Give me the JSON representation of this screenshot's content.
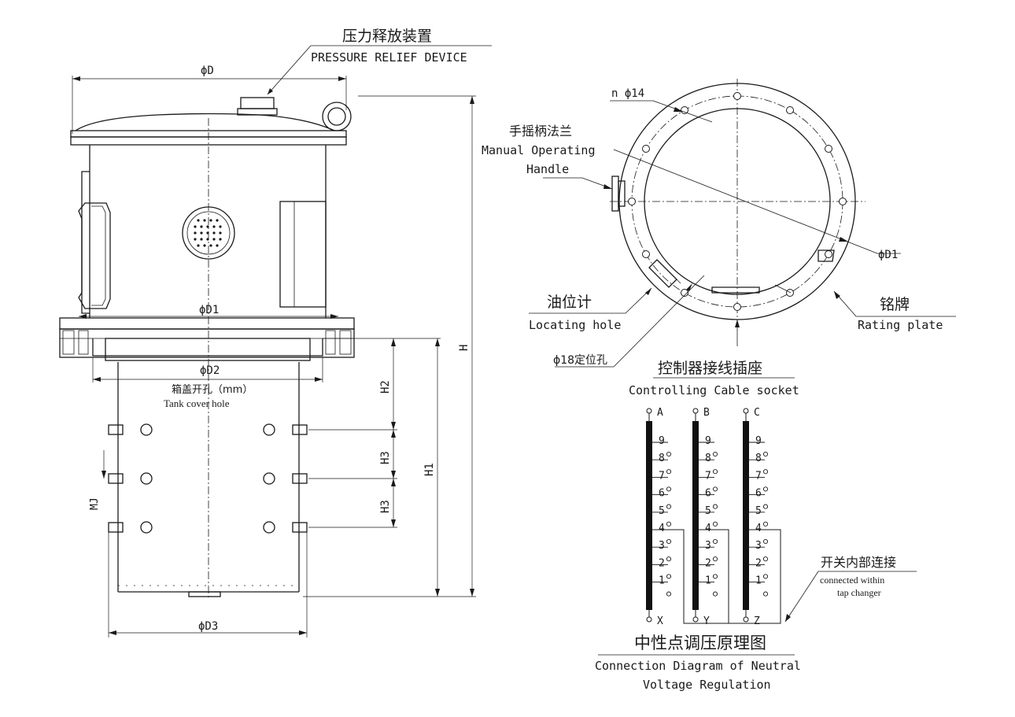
{
  "labels": {
    "pressure_relief_cn": "压力释放装置",
    "pressure_relief_en": "PRESSURE RELIEF DEVICE",
    "dim_D": "ϕD",
    "dim_D1": "ϕD1",
    "dim_D2": "ϕD2",
    "dim_D3": "ϕD3",
    "dim_H": "H",
    "dim_H1": "H1",
    "dim_H2": "H2",
    "dim_H3a": "H3",
    "dim_H3b": "H3",
    "dim_MJ": "MJ",
    "tank_cover_cn": "箱盖开孔（mm）",
    "tank_cover_en": "Tank cover hole",
    "hole_n14": "n ϕ14",
    "handle_cn": "手摇柄法兰",
    "handle_en1": "Manual Operating",
    "handle_en2": "Handle",
    "top_D1": "ϕD1",
    "oil_cn": "油位计",
    "oil_en": "Locating hole",
    "nameplate_cn": "铭牌",
    "nameplate_en": "Rating plate",
    "locate_hole": "ϕ18定位孔",
    "socket_cn": "控制器接线插座",
    "socket_en": "Controlling Cable socket",
    "internal_cn": "开关内部连接",
    "internal_en1": "connected within",
    "internal_en2": "tap changer",
    "diagram_cn": "中性点调压原理图",
    "diagram_en1": "Connection Diagram of Neutral",
    "diagram_en2": "Voltage Regulation"
  },
  "phases": [
    {
      "top": "A",
      "bottom": "X"
    },
    {
      "top": "B",
      "bottom": "Y"
    },
    {
      "top": "C",
      "bottom": "Z"
    }
  ],
  "taps": [
    "9",
    "8",
    "7",
    "6",
    "5",
    "4",
    "3",
    "2",
    "1"
  ]
}
